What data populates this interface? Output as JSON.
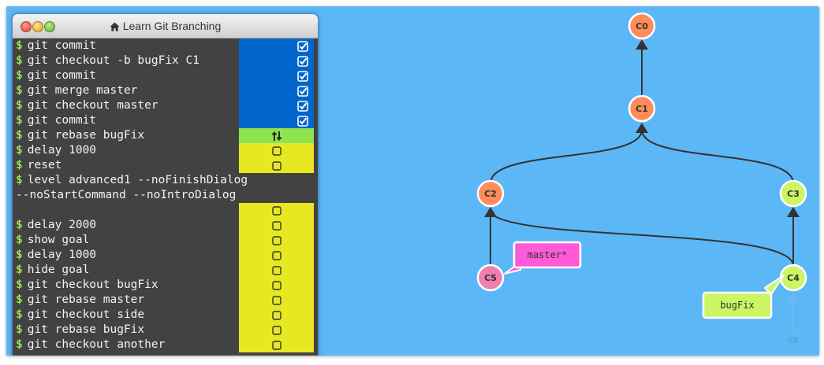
{
  "window": {
    "title": "Learn Git Branching",
    "title_icon": "home-icon"
  },
  "commands": [
    {
      "text": "git commit",
      "status": "done"
    },
    {
      "text": "git checkout -b bugFix C1",
      "status": "done"
    },
    {
      "text": "git commit",
      "status": "done"
    },
    {
      "text": "git merge master",
      "status": "done"
    },
    {
      "text": "git checkout master",
      "status": "done"
    },
    {
      "text": "git commit",
      "status": "done"
    },
    {
      "text": "git rebase bugFix",
      "status": "running"
    },
    {
      "text": "delay 1000",
      "status": "pending"
    },
    {
      "text": "reset",
      "status": "pending"
    },
    {
      "text": "level advanced1 --noFinishDialog",
      "status": "none"
    },
    {
      "text": "--noStartCommand --noIntroDialog",
      "status": "continuation"
    },
    {
      "text": "",
      "status": "pending-spacer"
    },
    {
      "text": "delay 2000",
      "status": "pending"
    },
    {
      "text": "show goal",
      "status": "pending"
    },
    {
      "text": "delay 1000",
      "status": "pending"
    },
    {
      "text": "hide goal",
      "status": "pending"
    },
    {
      "text": "git checkout bugFix",
      "status": "pending"
    },
    {
      "text": "git rebase master",
      "status": "pending"
    },
    {
      "text": "git checkout side",
      "status": "pending"
    },
    {
      "text": "git rebase bugFix",
      "status": "pending"
    },
    {
      "text": "git checkout another",
      "status": "pending"
    }
  ],
  "prompt_symbol": "$",
  "graph": {
    "commits": [
      {
        "id": "C0",
        "label": "C0",
        "color": "#ff8c5a"
      },
      {
        "id": "C1",
        "label": "C1",
        "color": "#ff8c5a"
      },
      {
        "id": "C2",
        "label": "C2",
        "color": "#ff8c5a"
      },
      {
        "id": "C3",
        "label": "C3",
        "color": "#ccf564"
      },
      {
        "id": "C4",
        "label": "C4",
        "color": "#ccf564"
      },
      {
        "id": "C5",
        "label": "C5",
        "color": "#ef7fb0"
      },
      {
        "id": "C5ghost",
        "label": "C5",
        "color": "#5cb7f7"
      }
    ],
    "branches": [
      {
        "name": "master*",
        "color": "#ff5ad7"
      },
      {
        "name": "bugFix",
        "color": "#ccf564"
      }
    ]
  }
}
